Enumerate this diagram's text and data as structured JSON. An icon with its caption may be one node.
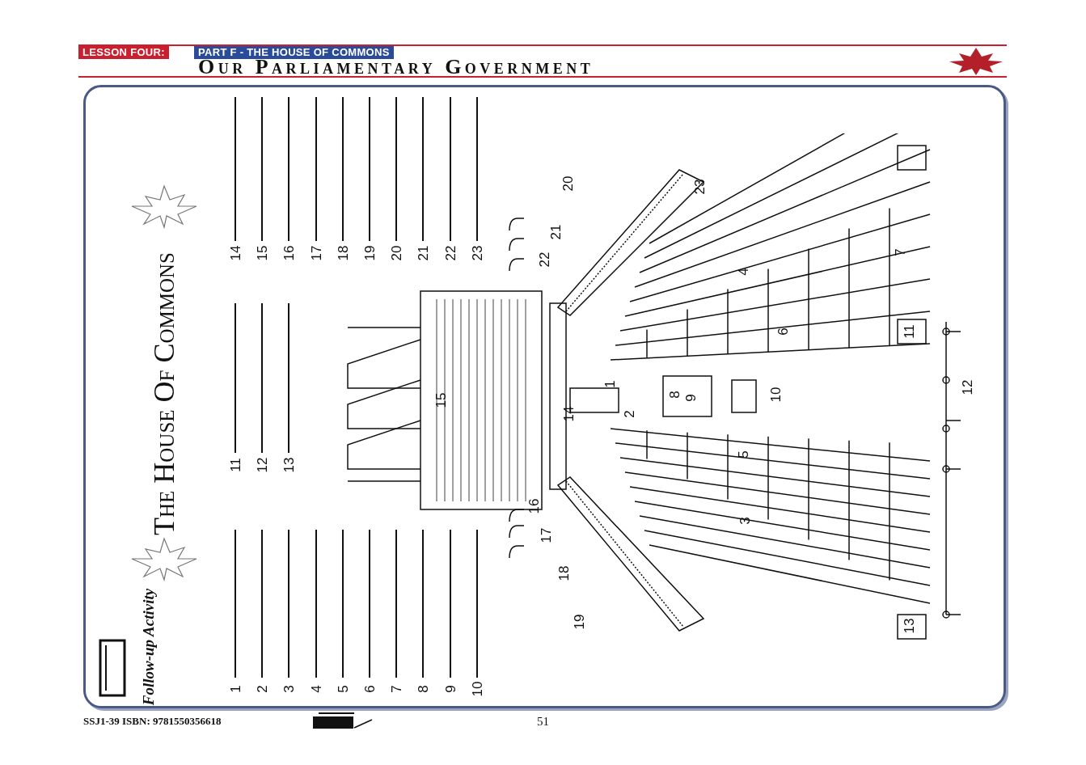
{
  "diagram": {
    "title": "Our Parliamentary Government",
    "labels": [
      "LESSON FOUR:",
      "PART F - THE HOUSE OF COMMONS",
      "The House Of Commons",
      "Follow-up Activity",
      "1",
      "2",
      "3",
      "4",
      "5",
      "6",
      "7",
      "8",
      "9",
      "10",
      "11",
      "12",
      "13",
      "14",
      "15",
      "16",
      "17",
      "18",
      "19",
      "20",
      "21",
      "22",
      "23",
      "1",
      "2",
      "3",
      "4",
      "5",
      "6",
      "7",
      "8",
      "9",
      "10",
      "11",
      "12",
      "13",
      "14",
      "15",
      "16",
      "17",
      "18",
      "19",
      "20",
      "21",
      "22",
      "23",
      "SSJ1-39 ISBN: 9781550356618",
      "51"
    ]
  }
}
